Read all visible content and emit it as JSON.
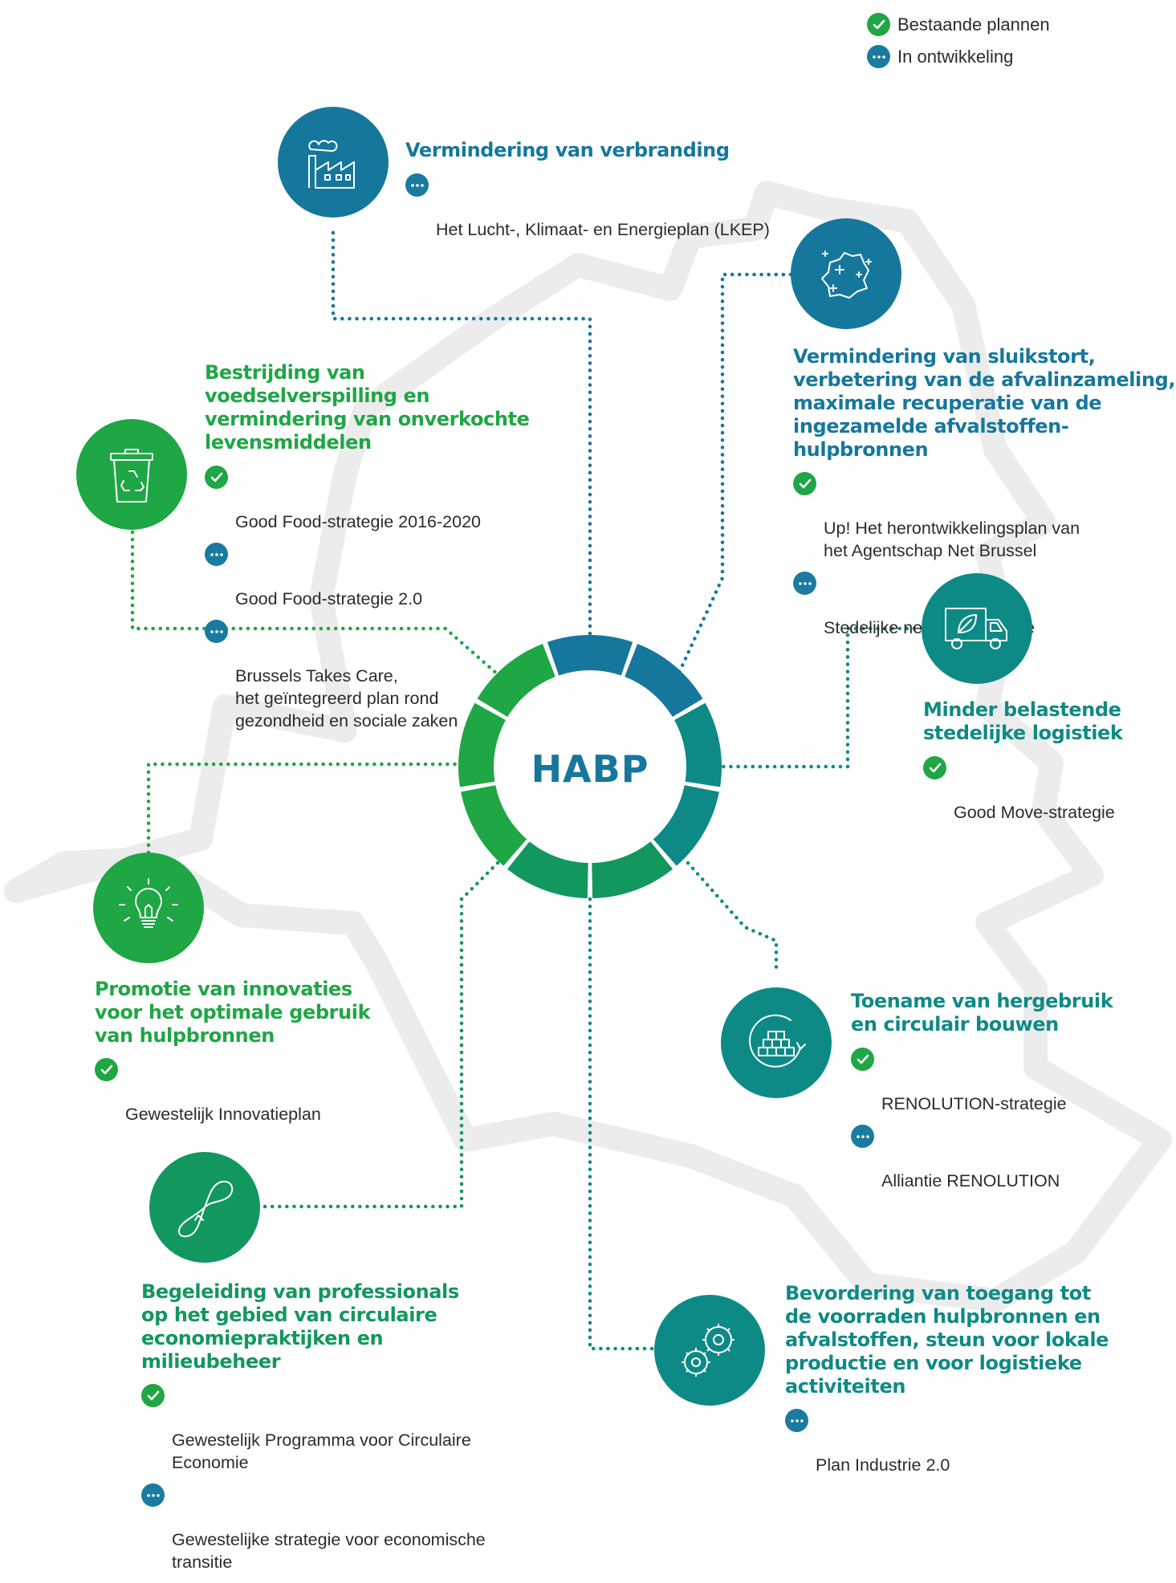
{
  "colors": {
    "blue": "#16779c",
    "teal": "#0e8a86",
    "green": "#1fa645",
    "mid_green": "#12975e",
    "done_badge": "#1fa645",
    "dev_badge": "#1a7aa0",
    "map_outline": "#ececec"
  },
  "legend": {
    "done_label": "Bestaande plannen",
    "dev_label": "In ontwikkeling"
  },
  "center": {
    "label": "HABP"
  },
  "sections": {
    "verbranding": {
      "title": "Vermindering van verbranding",
      "icon": "factory-icon",
      "color": "#16779c",
      "items": [
        {
          "status": "dev",
          "text": "Het Lucht-, Klimaat- en Energieplan (LKEP)"
        }
      ]
    },
    "voedsel": {
      "title": "Bestrijding van\nvoedselverspilling en\nvermindering van onverkochte\nlevensmiddelen",
      "icon": "recycle-bin-icon",
      "color": "#1fa645",
      "items": [
        {
          "status": "done",
          "text": "Good Food-strategie 2016-2020"
        },
        {
          "status": "dev",
          "text": "Good Food-strategie 2.0"
        },
        {
          "status": "dev",
          "text": "Brussels Takes Care,\nhet geïntegreerd plan rond\ngezondheid en sociale zaken"
        }
      ]
    },
    "sluikstort": {
      "title": "Vermindering van sluikstort,\nverbetering van de afvalinzameling,\nmaximale recuperatie van de\ningezamelde afvalstoffen-\nhulpbronnen",
      "icon": "clean-city-map-icon",
      "color": "#16779c",
      "items": [
        {
          "status": "done",
          "text": "Up! Het herontwikkelingsplan van\nhet Agentschap Net Brussel"
        },
        {
          "status": "dev",
          "text": "Stedelijke netheidsstrategie"
        }
      ]
    },
    "logistiek": {
      "title": "Minder belastende\nstedelijke logistiek",
      "icon": "green-truck-icon",
      "color": "#0e8a86",
      "items": [
        {
          "status": "done",
          "text": "Good Move-strategie"
        }
      ]
    },
    "innovatie": {
      "title": "Promotie van innovaties\nvoor het optimale gebruik\nvan hulpbronnen",
      "icon": "lightbulb-icon",
      "color": "#1fa645",
      "items": [
        {
          "status": "done",
          "text": "Gewestelijk Innovatieplan"
        }
      ]
    },
    "bouwen": {
      "title": "Toename van hergebruik\nen circulair bouwen",
      "icon": "brick-cycle-icon",
      "color": "#0e8a86",
      "items": [
        {
          "status": "done",
          "text": "RENOLUTION-strategie"
        },
        {
          "status": "dev",
          "text": "Alliantie RENOLUTION"
        }
      ]
    },
    "professionals": {
      "title": "Begeleiding van professionals\nop het gebied van circulaire\neconomiepraktijken en\nmilieubeheer",
      "icon": "infinity-loop-icon",
      "color": "#12975e",
      "items": [
        {
          "status": "done",
          "text": "Gewestelijk Programma voor Circulaire\nEconomie"
        },
        {
          "status": "dev",
          "text": "Gewestelijke strategie voor economische\ntransitie"
        }
      ]
    },
    "voorraden": {
      "title": "Bevordering van toegang tot\nde voorraden hulpbronnen en\nafvalstoffen, steun voor lokale\nproductie en voor logistieke\nactiviteiten",
      "icon": "gears-icon",
      "color": "#0e8a86",
      "items": [
        {
          "status": "dev",
          "text": "Plan Industrie 2.0"
        }
      ]
    }
  }
}
